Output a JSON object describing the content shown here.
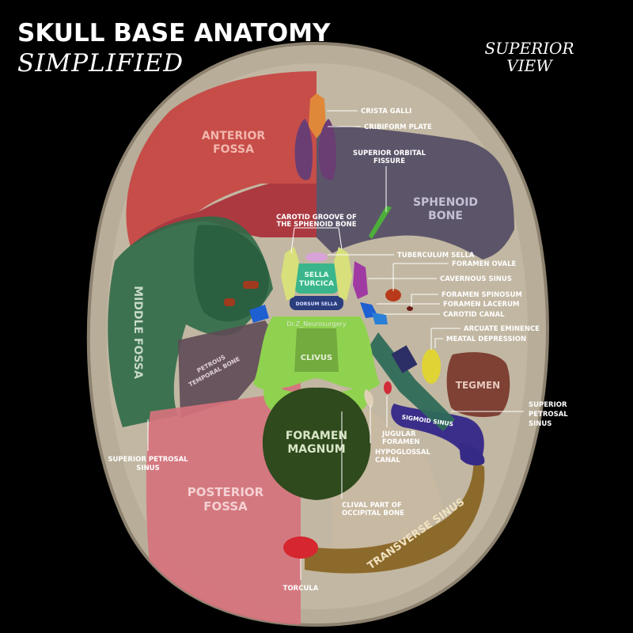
{
  "header": {
    "title": "SKULL BASE ANATOMY",
    "subtitle": "SIMPLIFIED",
    "view_line1": "SUPERIOR",
    "view_line2": "VIEW"
  },
  "regions": {
    "anterior_fossa": [
      "ANTERIOR",
      "FOSSA"
    ],
    "sphenoid_bone": [
      "SPHENOID",
      "BONE"
    ],
    "middle_fossa": "MIDDLE FOSSA",
    "sella_turcica": [
      "SELLA",
      "TURCICA"
    ],
    "dorsum_sella": "DORSUM SELLA",
    "clivus": "CLIVUS",
    "foramen_magnum": [
      "FORAMEN",
      "MAGNUM"
    ],
    "posterior_fossa": [
      "POSTERIOR",
      "FOSSA"
    ],
    "tegmen": "TEGMEN",
    "petrous_temporal_bone": [
      "PETROUS",
      "TEMPORAL BONE"
    ],
    "transverse_sinus": "TRANSVERSE SINUS",
    "sigmoid_sinus": "SIGMOID SINUS",
    "watermark": "Dr.Z_Neurosurgery"
  },
  "callouts": {
    "crista_galli": "CRISTA GALLI",
    "cribiform_plate": "CRIBIFORM PLATE",
    "superior_orbital_fissure": [
      "SUPERIOR ORBITAL",
      "FISSURE"
    ],
    "carotid_groove": [
      "CAROTID GROOVE OF",
      "THE SPHENOID BONE"
    ],
    "tuberculum_sella": "TUBERCULUM SELLA",
    "foramen_ovale": "FORAMEN OVALE",
    "cavernous_sinus": "CAVERNOUS SINUS",
    "foramen_spinosum": "FORAMEN SPINOSUM",
    "foramen_lacerum": "FORAMEN LACERUM",
    "carotid_canal": "CAROTID CANAL",
    "arcuate_eminence": "ARCUATE EMINENCE",
    "meatal_depression": "MEATAL DEPRESSION",
    "superior_petrosal_sinus_right": [
      "SUPERIOR",
      "PETROSAL",
      "SINUS"
    ],
    "jugular_foramen": [
      "JUGULAR",
      "FORAMEN"
    ],
    "hypoglossal_canal": [
      "HYPOGLOSSAL",
      "CANAL"
    ],
    "clival_part": [
      "CLIVAL PART OF",
      "OCCIPITAL BONE"
    ],
    "superior_petrosal_sinus_left": [
      "SUPERIOR PETROSAL",
      "SINUS"
    ],
    "torcula": "TORCULA"
  },
  "colors": {
    "background": "#000000",
    "bone": "#b5a995",
    "anterior_fossa": "#c8403f",
    "sphenoid": "#4a4560",
    "middle_fossa": "#2f6b47",
    "posterior_fossa": "#d6737c",
    "clivus": "#8fd14f",
    "sella": "#3bb58b",
    "tegmen": "#7a3a2f",
    "transverse_sinus": "#8a6a2c",
    "sigmoid_sinus": "#3a2e8a",
    "foramen_magnum": "#2f4a1e"
  }
}
